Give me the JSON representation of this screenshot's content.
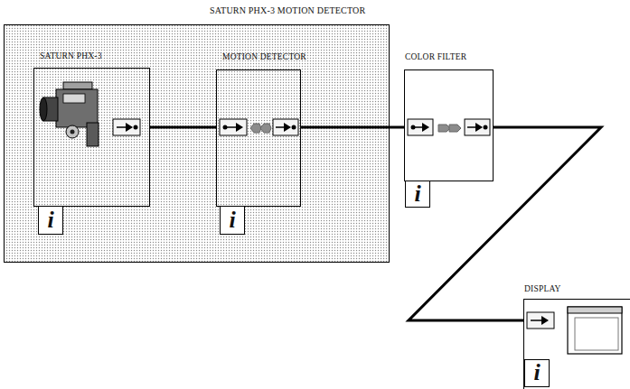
{
  "diagram": {
    "nodes": [
      {
        "text": [
          "SATURN PHX-3 MOTION DETECTOR"
        ]
      },
      {
        "text": [
          "SATURN PHX-3"
        ],
        "in": 0
      },
      {
        "text": [
          "MOTION DETECTOR"
        ],
        "in": 0
      },
      {
        "text": [
          "COLOR FILTER"
        ]
      },
      {
        "text": [
          "DISPLAY"
        ]
      }
    ],
    "edges": [
      {
        "from": 1,
        "to": 2,
        "arrow": "none"
      },
      {
        "from": 2,
        "to": 3,
        "arrow": "none"
      },
      {
        "from": 3,
        "to": 4,
        "arrow": "none"
      }
    ],
    "labels": [
      "i",
      "i",
      "i",
      "i"
    ]
  }
}
